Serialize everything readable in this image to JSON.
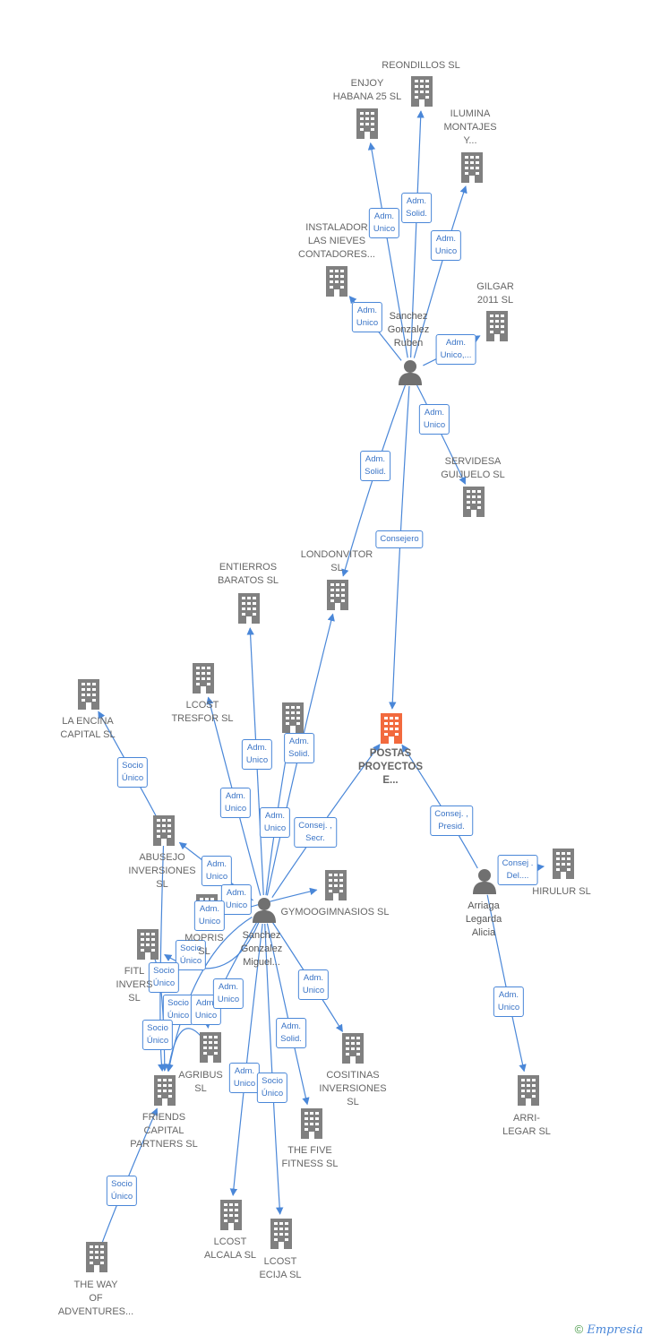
{
  "colors": {
    "edge": "#4a87d8",
    "building": "#808080",
    "building_main": "#f26a3e",
    "person": "#707070"
  },
  "nodes": [
    {
      "id": "reondillos",
      "label": "REONDILLOS SL",
      "type": "company"
    },
    {
      "id": "enjoy",
      "label": "ENJOY\nHABANA 25 SL",
      "type": "company"
    },
    {
      "id": "ilumina",
      "label": "ILUMINA\nMONTAJES\nY...",
      "type": "company"
    },
    {
      "id": "instalador",
      "label": "INSTALADOR\nLAS NIEVES\nCONTADORES...",
      "type": "company"
    },
    {
      "id": "gilgar",
      "label": "GILGAR\n2011 SL",
      "type": "company"
    },
    {
      "id": "ruben",
      "label": "Sanchez\nGonzalez\nRuben",
      "type": "person"
    },
    {
      "id": "servidesa",
      "label": "SERVIDESA\nGUIJUELO SL",
      "type": "company"
    },
    {
      "id": "londonvitor",
      "label": "LONDONVITOR\nSL",
      "type": "company"
    },
    {
      "id": "entierros",
      "label": "ENTIERROS\nBARATOS SL",
      "type": "company"
    },
    {
      "id": "lcost_tresfor",
      "label": "LCOST\nTRESFOR SL",
      "type": "company"
    },
    {
      "id": "laencina",
      "label": "LA ENCINA\nCAPITAL SL",
      "type": "company"
    },
    {
      "id": "postas",
      "label": "POSTAS\nPROYECTOS\nE...",
      "type": "main"
    },
    {
      "id": "hidden_bld",
      "label": "",
      "type": "company"
    },
    {
      "id": "abusejo",
      "label": "ABUSEJO\nINVERSIONES\nSL",
      "type": "company"
    },
    {
      "id": "mopris",
      "label": "MOPRIS\nSL",
      "type": "company"
    },
    {
      "id": "gymoo",
      "label": "GYMOOGIMNASIOS SL",
      "type": "company"
    },
    {
      "id": "miguel",
      "label": "Sanchez\nGonzalez\nMiguel...",
      "type": "person"
    },
    {
      "id": "arriaga",
      "label": "Arriaga\nLegarda\nAlicia",
      "type": "person"
    },
    {
      "id": "hirulur",
      "label": "HIRULUR SL",
      "type": "company"
    },
    {
      "id": "fitl",
      "label": "FITL\nINVERS\nSL",
      "type": "company"
    },
    {
      "id": "agribus",
      "label": "AGRIBUS\nSL",
      "type": "company"
    },
    {
      "id": "cositinas",
      "label": "COSITINAS\nINVERSIONES\nSL",
      "type": "company"
    },
    {
      "id": "friends",
      "label": "FRIENDS\nCAPITAL\nPARTNERS SL",
      "type": "company"
    },
    {
      "id": "thefive",
      "label": "THE FIVE\nFITNESS SL",
      "type": "company"
    },
    {
      "id": "arrilegar",
      "label": "ARRI-\nLEGAR SL",
      "type": "company"
    },
    {
      "id": "lcost_alcala",
      "label": "LCOST\nALCALA SL",
      "type": "company"
    },
    {
      "id": "lcost_ecija",
      "label": "LCOST\nECIJA SL",
      "type": "company"
    },
    {
      "id": "theway",
      "label": "THE WAY\nOF\nADVENTURES...",
      "type": "company"
    }
  ],
  "edges": [
    {
      "from": "ruben",
      "to": "reondillos",
      "label": "Adm.\nSolid."
    },
    {
      "from": "ruben",
      "to": "enjoy",
      "label": "Adm.\nUnico"
    },
    {
      "from": "ruben",
      "to": "ilumina",
      "label": "Adm.\nUnico"
    },
    {
      "from": "ruben",
      "to": "instalador",
      "label": "Adm.\nUnico"
    },
    {
      "from": "ruben",
      "to": "gilgar",
      "label": "Adm.\nUnico,..."
    },
    {
      "from": "ruben",
      "to": "servidesa",
      "label": "Adm.\nUnico"
    },
    {
      "from": "ruben",
      "to": "londonvitor",
      "label": "Adm.\nSolid."
    },
    {
      "from": "ruben",
      "to": "postas",
      "label": "Consejero"
    },
    {
      "from": "miguel",
      "to": "entierros",
      "label": "Adm.\nUnico"
    },
    {
      "from": "miguel",
      "to": "londonvitor",
      "label": "Adm.\nSolid."
    },
    {
      "from": "miguel",
      "to": "lcost_tresfor",
      "label": "Adm.\nUnico"
    },
    {
      "from": "miguel",
      "to": "hidden_bld",
      "label": "Adm.\nUnico"
    },
    {
      "from": "miguel",
      "to": "postas",
      "label": "Consej. ,\nSecr."
    },
    {
      "from": "abusejo",
      "to": "laencina",
      "label": "Socio\nÚnico"
    },
    {
      "from": "miguel",
      "to": "abusejo",
      "label": "Adm.\nUnico"
    },
    {
      "from": "miguel",
      "to": "mopris",
      "label": "Adm.\nUnico"
    },
    {
      "from": "miguel",
      "to": "gymoo",
      "label": "Adm.\nUnico"
    },
    {
      "from": "miguel",
      "to": "friends",
      "label": "Socio\nÚnico"
    },
    {
      "from": "fitl",
      "to": "friends",
      "label": "Socio\nÚnico"
    },
    {
      "from": "agribus",
      "to": "friends",
      "label": "Socio\nÚnico"
    },
    {
      "from": "abusejo",
      "to": "friends",
      "label": "Socio\nÚnico"
    },
    {
      "from": "miguel",
      "to": "agribus",
      "label": "Adm.\nUnico"
    },
    {
      "from": "miguel",
      "to": "fitl",
      "label": "Adm.\nUnico"
    },
    {
      "from": "miguel",
      "to": "cositinas",
      "label": "Adm.\nUnico"
    },
    {
      "from": "miguel",
      "to": "thefive",
      "label": "Adm.\nSolid."
    },
    {
      "from": "miguel",
      "to": "lcost_alcala",
      "label": "Adm.\nUnico"
    },
    {
      "from": "miguel",
      "to": "lcost_ecija",
      "label": "Socio\nÚnico"
    },
    {
      "from": "arriaga",
      "to": "postas",
      "label": "Consej. ,\nPresid."
    },
    {
      "from": "arriaga",
      "to": "hirulur",
      "label": "Consej .\nDel...."
    },
    {
      "from": "arriaga",
      "to": "arrilegar",
      "label": "Adm.\nUnico"
    },
    {
      "from": "theway",
      "to": "friends",
      "label": "Socio\nÚnico"
    }
  ],
  "copyright": "©",
  "brand": "Empresia"
}
